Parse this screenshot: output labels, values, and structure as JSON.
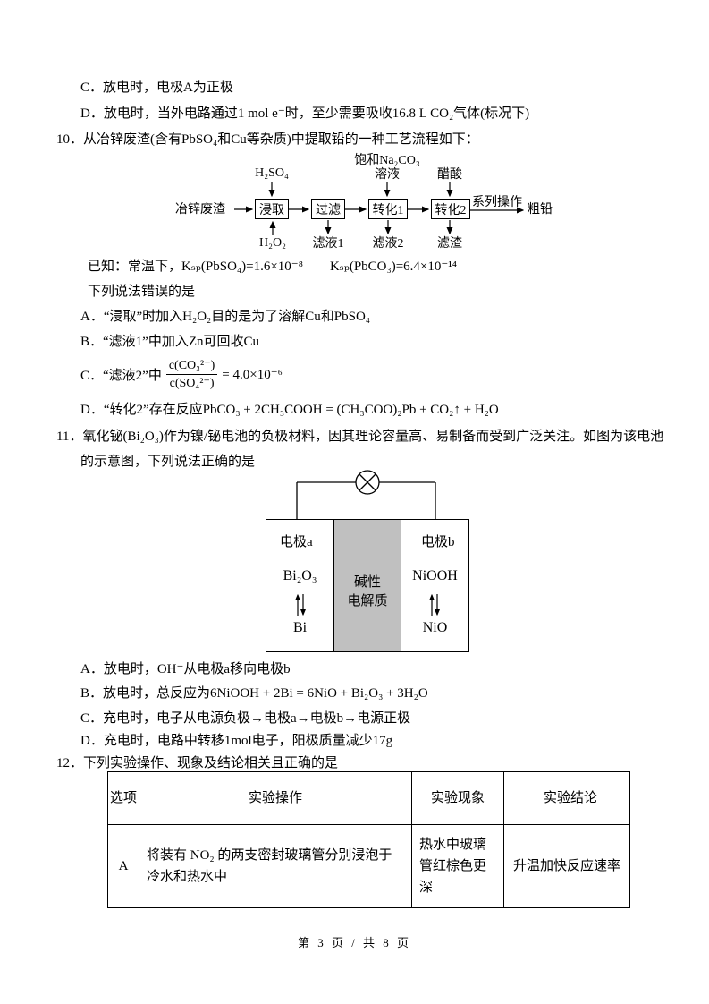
{
  "colors": {
    "electrolyte_fill": "#c0c0c0",
    "text": "#000000",
    "background": "#ffffff"
  },
  "page": {
    "footer": "第 3 页 / 共 8 页"
  },
  "q9": {
    "option_c": "C．放电时，电极A为正极",
    "option_d": "D．放电时，当外电路通过1 mol e⁻时，至少需要吸收16.8 L CO₂气体(标况下)"
  },
  "q10": {
    "stem": "10．从冶锌废渣(含有PbSO₄和Cu等杂质)中提取铅的一种工艺流程如下：",
    "flow": {
      "source": "冶锌废渣",
      "boxes": [
        "浸取",
        "过滤",
        "转化1",
        "转化2"
      ],
      "input_jinqu_top": "H₂SO₄",
      "input_jinqu_bottom": "H₂O₂",
      "input_zhuanhua1_line1": "饱和Na₂CO₃",
      "input_zhuanhua1_line2": "溶液",
      "input_zhuanhua2": "醋酸",
      "output_guolv": "滤液1",
      "output_zhuanhua1": "滤液2",
      "output_zhuanhua2": "滤渣",
      "final_step": "系列操作",
      "product": "粗铅"
    },
    "known": "已知：常温下，Kₛₚ(PbSO₄)=1.6×10⁻⁸　　Kₛₚ(PbCO₃)=6.4×10⁻¹⁴",
    "prompt": "下列说法错误的是",
    "option_a": "A．“浸取”时加入H₂O₂目的是为了溶解Cu和PbSO₄",
    "option_b": "B．“滤液1”中加入Zn可回收Cu",
    "option_c": {
      "prefix": "C．“滤液2”中",
      "numerator": "c(CO₃²⁻)",
      "denominator": "c(SO₄²⁻)",
      "suffix": "= 4.0×10⁻⁶"
    },
    "option_d": "D．“转化2”存在反应PbCO₃ + 2CH₃COOH = (CH₃COO)₂Pb + CO₂↑ + H₂O"
  },
  "q11": {
    "stem_line1": "11．氧化铋(Bi₂O₃)作为镍/铋电池的负极材料，因其理论容量高、易制备而受到广泛关注。如图为该电池",
    "stem_line2": "的示意图，下列说法正确的是",
    "battery": {
      "electrode_a_label": "电极a",
      "electrode_b_label": "电极b",
      "a_top_species": "Bi₂O₃",
      "a_bottom_species": "Bi",
      "b_top_species": "NiOOH",
      "b_bottom_species": "NiO",
      "electrolyte_line1": "碱性",
      "electrolyte_line2": "电解质"
    },
    "option_a": "A．放电时，OH⁻从电极a移向电极b",
    "option_b": "B．放电时，总反应为6NiOOH + 2Bi = 6NiO + Bi₂O₃ + 3H₂O",
    "option_c": "C．充电时，电子从电源负极→电极a→电极b→电源正极",
    "option_d": "D．充电时，电路中转移1mol电子，阳极质量减少17g"
  },
  "q12": {
    "stem": "12．下列实验操作、现象及结论相关且正确的是",
    "table": {
      "headers": [
        "选项",
        "实验操作",
        "实验现象",
        "实验结论"
      ],
      "rows": [
        {
          "option": "A",
          "operation": "将装有 NO₂ 的两支密封玻璃管分别浸泡于冷水和热水中",
          "phenomenon": "热水中玻璃管红棕色更深",
          "conclusion": "升温加快反应速率"
        }
      ]
    }
  }
}
